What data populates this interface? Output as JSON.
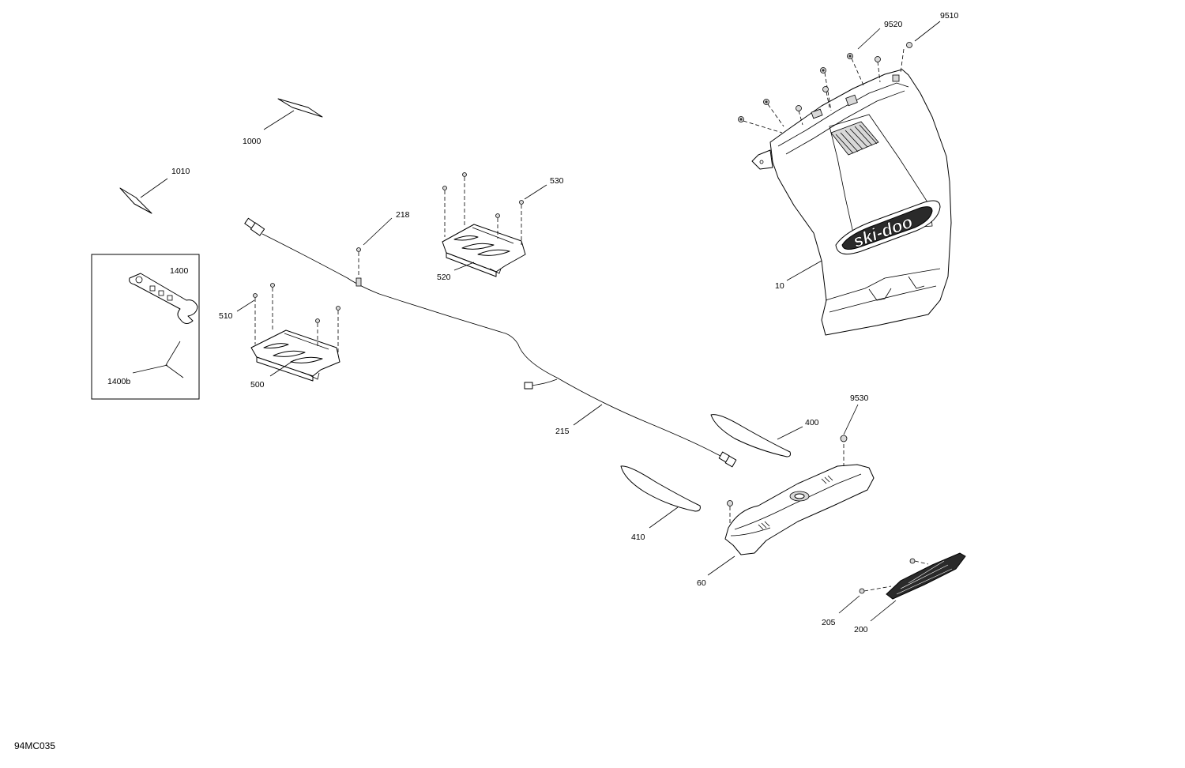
{
  "footer_code": "94MC035",
  "logo_text": "ski-doo",
  "callouts": {
    "c9520": "9520",
    "c9510": "9510",
    "c1000": "1000",
    "c1010": "1010",
    "c530": "530",
    "c218": "218",
    "c1400": "1400",
    "c1400b": "1400b",
    "c520": "520",
    "c510": "510",
    "c500": "500",
    "c10": "10",
    "c215": "215",
    "c9530": "9530",
    "c400": "400",
    "c410": "410",
    "c60": "60",
    "c205": "205",
    "c200": "200"
  }
}
